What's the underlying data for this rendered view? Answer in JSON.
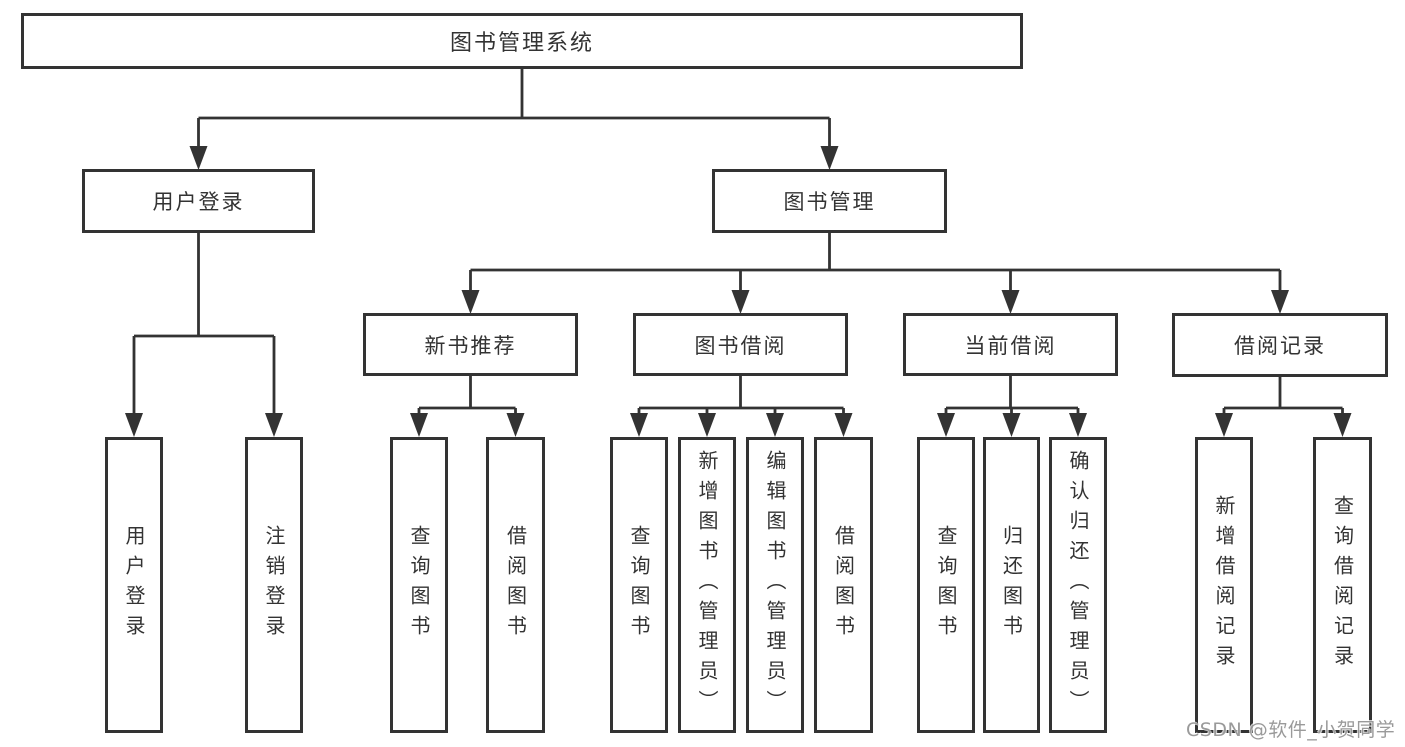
{
  "diagram": {
    "root": {
      "label": "图书管理系统"
    },
    "level2": {
      "user_login": {
        "label": "用户登录"
      },
      "book_mgmt": {
        "label": "图书管理"
      }
    },
    "level3": {
      "new_book_rec": {
        "label": "新书推荐"
      },
      "book_borrow": {
        "label": "图书借阅"
      },
      "current_borrow": {
        "label": "当前借阅"
      },
      "borrow_records": {
        "label": "借阅记录"
      }
    },
    "leaves": {
      "user_login_leaf": {
        "label": "用户登录"
      },
      "logout": {
        "label": "注销登录"
      },
      "query_books_1": {
        "label": "查询图书"
      },
      "borrow_books_1": {
        "label": "借阅图书"
      },
      "query_books_2": {
        "label": "查询图书"
      },
      "add_book_admin": {
        "label": "新增图书（管理员）"
      },
      "edit_book_admin": {
        "label": "编辑图书（管理员）"
      },
      "borrow_books_2": {
        "label": "借阅图书"
      },
      "query_books_3": {
        "label": "查询图书"
      },
      "return_book": {
        "label": "归还图书"
      },
      "confirm_return_admin": {
        "label": "确认归还（管理员）"
      },
      "add_borrow_record": {
        "label": "新增借阅记录"
      },
      "query_borrow_record": {
        "label": "查询借阅记录"
      }
    }
  },
  "watermark": {
    "text": "CSDN @软件_小贺同学",
    "color": "#9a9a9a"
  },
  "colors": {
    "line": "#333333",
    "box_border": "#333333",
    "text": "#333333",
    "background": "#ffffff"
  }
}
